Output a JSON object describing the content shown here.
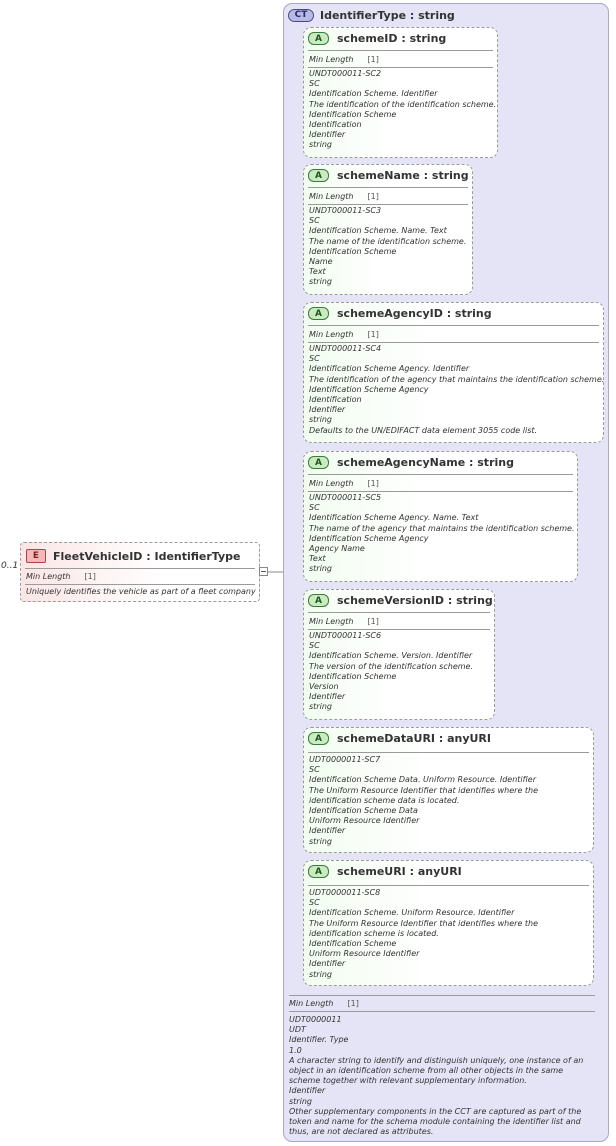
{
  "complex_type": {
    "badge": "CT",
    "title": "IdentifierType : string",
    "doc": {
      "facet_label": "Min Length",
      "facet_value": "[1]",
      "lines": [
        "UDT0000011",
        "UDT",
        "Identifier. Type",
        "1.0",
        "A character string to identify and distinguish uniquely, one instance of an object in an identification scheme from all other objects in the same scheme together with relevant supplementary information.",
        "Identifier",
        "string",
        "Other supplementary components in the CCT are captured as part of the token and name for the schema module containing the identifier list and thus, are not declared as attributes."
      ]
    }
  },
  "element": {
    "badge": "E",
    "cardinality": "0..1",
    "title": "FleetVehicleID : IdentifierType",
    "facet_label": "Min Length",
    "facet_value": "[1]",
    "description": "Uniquely identifies the vehicle as part of a fleet company"
  },
  "attributes": [
    {
      "badge": "A",
      "title": "schemeID : string",
      "facet_label": "Min Length",
      "facet_value": "[1]",
      "lines": [
        "UNDT000011-SC2",
        "SC",
        "Identification Scheme. Identifier",
        "The identification of the identification scheme.",
        "Identification Scheme",
        "Identification",
        "Identifier",
        "string"
      ]
    },
    {
      "badge": "A",
      "title": "schemeName : string",
      "facet_label": "Min Length",
      "facet_value": "[1]",
      "lines": [
        "UNDT000011-SC3",
        "SC",
        "Identification Scheme. Name. Text",
        "The name of the identification scheme.",
        "Identification Scheme",
        "Name",
        "Text",
        "string"
      ]
    },
    {
      "badge": "A",
      "title": "schemeAgencyID : string",
      "facet_label": "Min Length",
      "facet_value": "[1]",
      "lines": [
        "UNDT000011-SC4",
        "SC",
        "Identification Scheme Agency. Identifier",
        "The identification of the agency that maintains the identification scheme.",
        "Identification Scheme Agency",
        "Identification",
        "Identifier",
        "string",
        "Defaults to the UN/EDIFACT data element 3055 code list."
      ]
    },
    {
      "badge": "A",
      "title": "schemeAgencyName : string",
      "facet_label": "Min Length",
      "facet_value": "[1]",
      "lines": [
        "UNDT000011-SC5",
        "SC",
        "Identification Scheme Agency. Name. Text",
        "The name of the agency that maintains the identification scheme.",
        "Identification Scheme Agency",
        "Agency Name",
        "Text",
        "string"
      ]
    },
    {
      "badge": "A",
      "title": "schemeVersionID : string",
      "facet_label": "Min Length",
      "facet_value": "[1]",
      "lines": [
        "UNDT000011-SC6",
        "SC",
        "Identification Scheme. Version. Identifier",
        "The version of the identification scheme.",
        "Identification Scheme",
        "Version",
        "Identifier",
        "string"
      ]
    },
    {
      "badge": "A",
      "title": "schemeDataURI : anyURI",
      "lines": [
        "UDT0000011-SC7",
        "SC",
        "Identification Scheme Data. Uniform Resource. Identifier",
        "The Uniform Resource Identifier that identifies where the identification scheme data is located.",
        "Identification Scheme Data",
        "Uniform Resource Identifier",
        "Identifier",
        "string"
      ]
    },
    {
      "badge": "A",
      "title": "schemeURI : anyURI",
      "lines": [
        "UDT0000011-SC8",
        "SC",
        "Identification Scheme. Uniform Resource. Identifier",
        "The Uniform Resource Identifier that identifies where the identification scheme is located.",
        "Identification Scheme",
        "Uniform Resource Identifier",
        "Identifier",
        "string"
      ]
    }
  ]
}
